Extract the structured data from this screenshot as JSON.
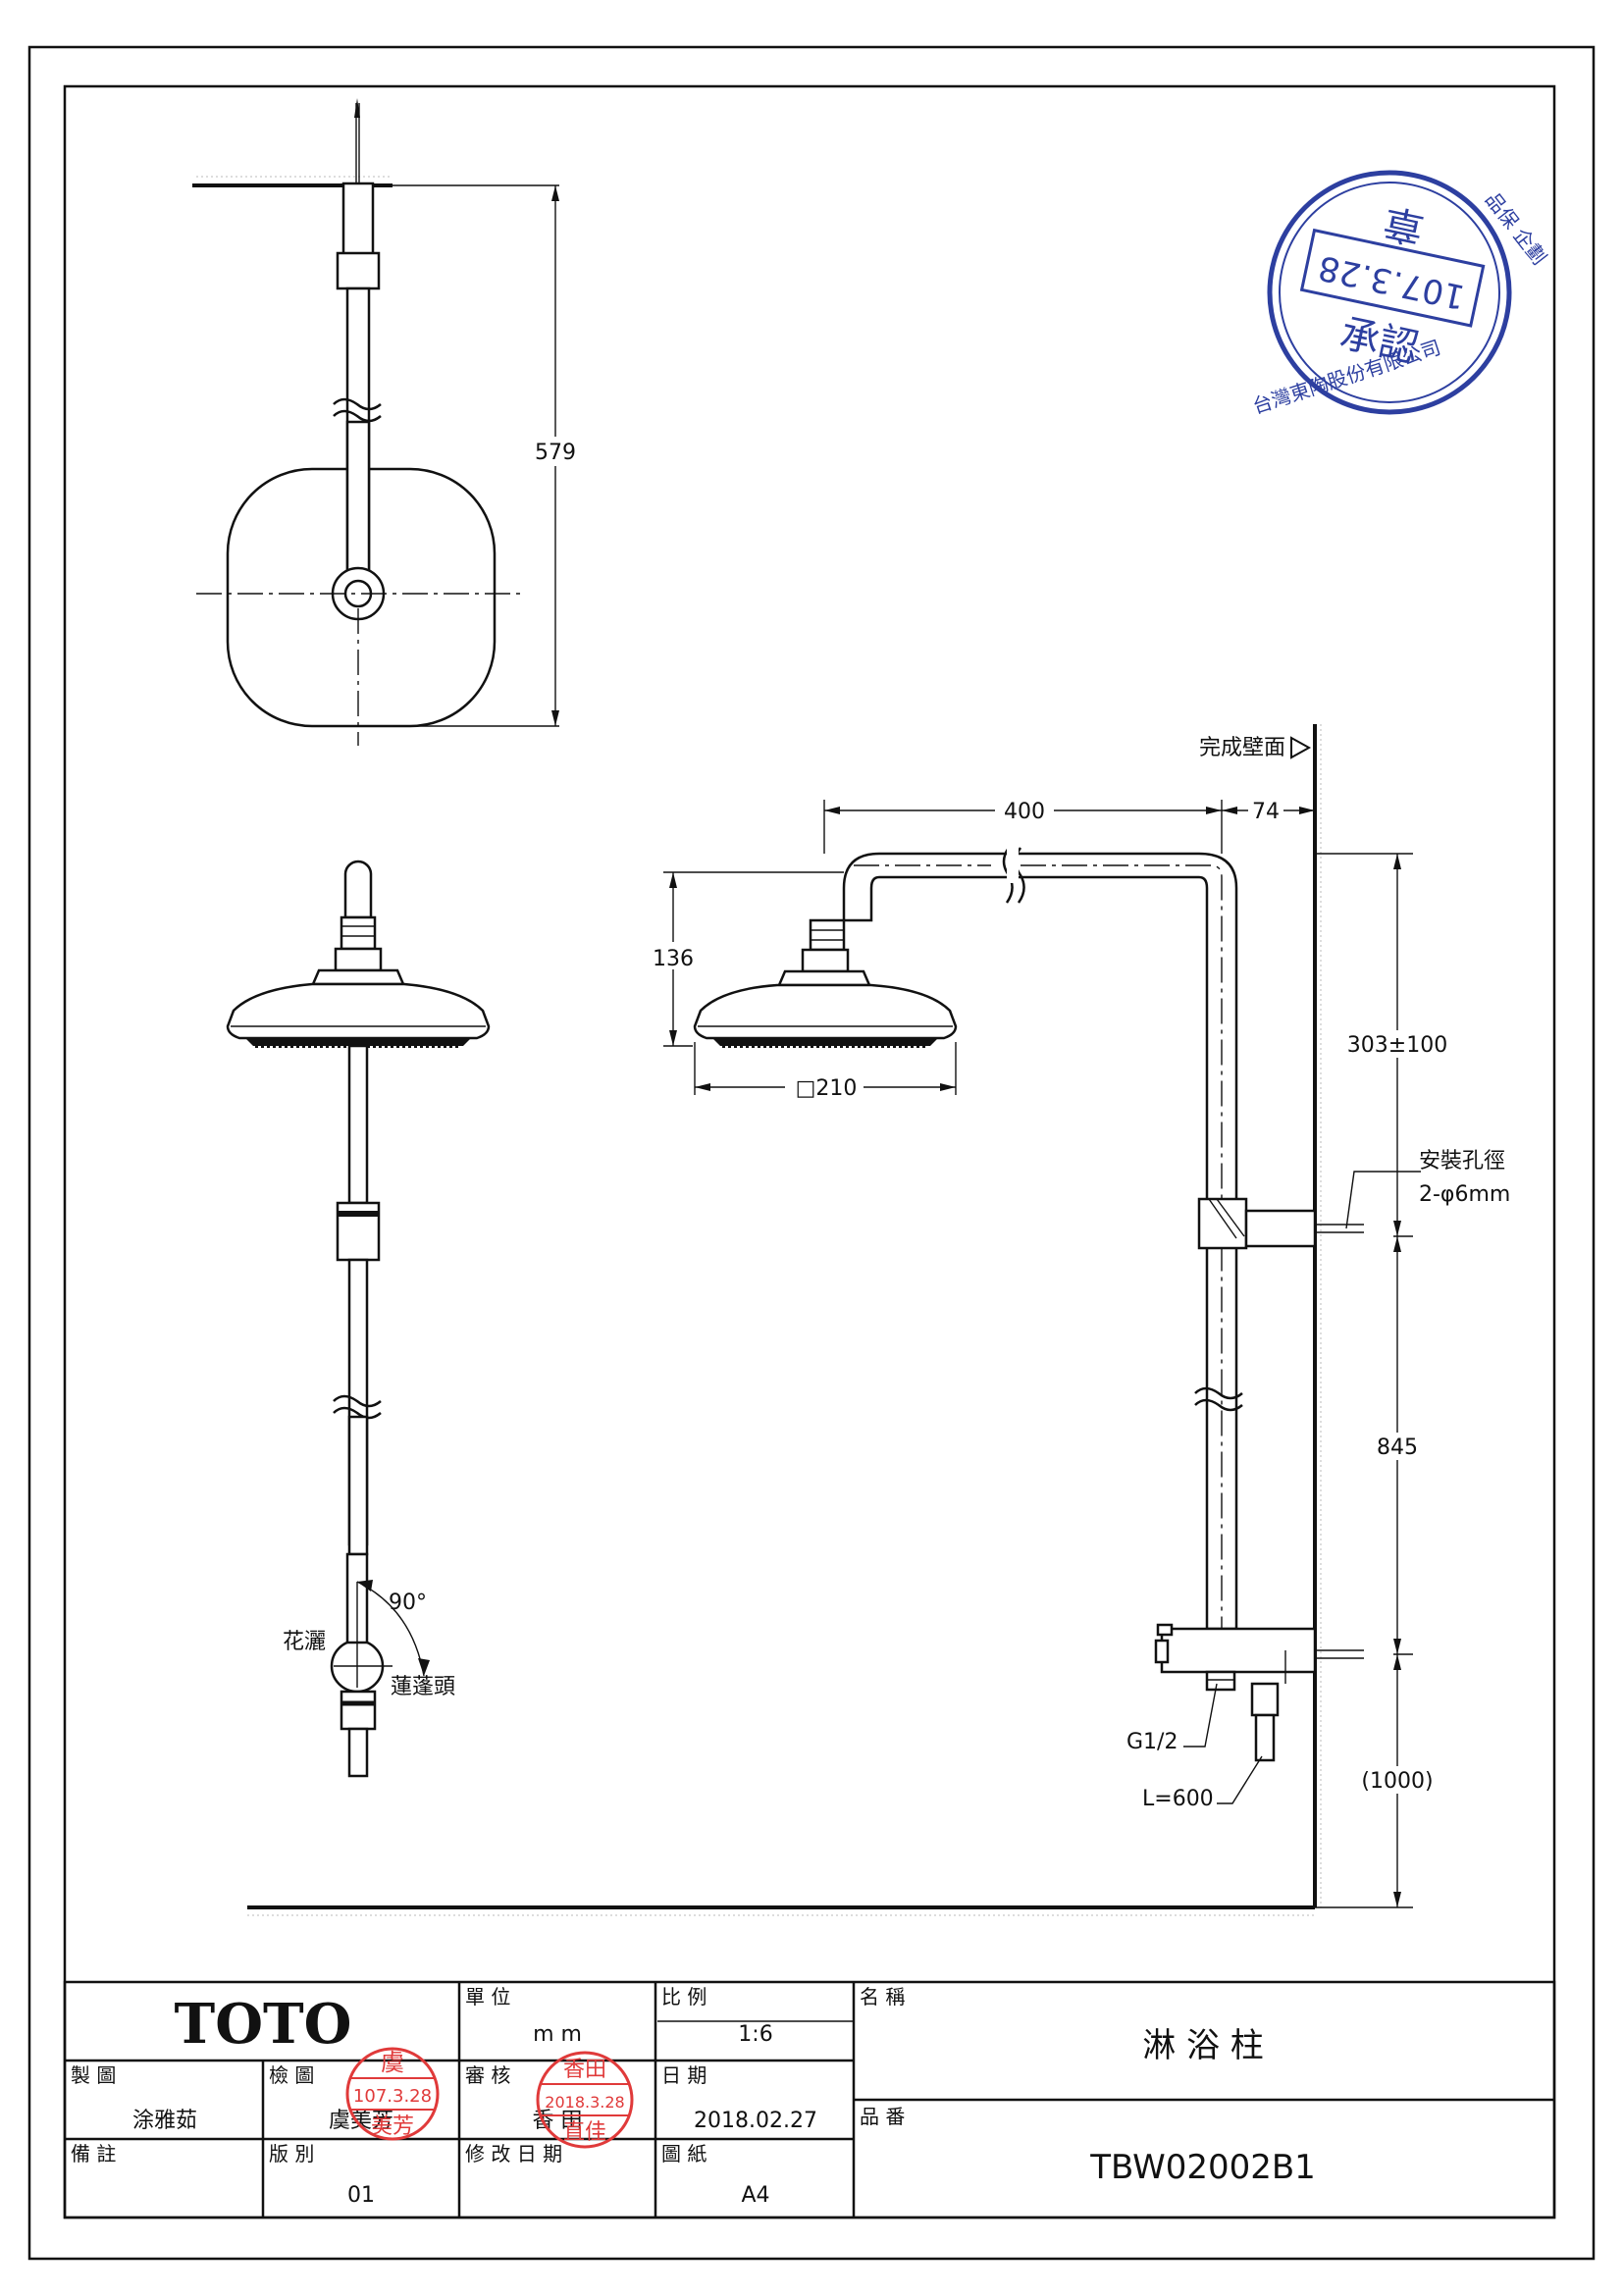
{
  "drawing": {
    "dims": {
      "d579": "579",
      "d400": "400",
      "d74": "74",
      "d136": "136",
      "d210": "□210",
      "d303": "303±100",
      "d845": "845",
      "d1000": "(1000)",
      "angle": "90°",
      "wall": "完成壁面",
      "hole_label": "安裝孔徑",
      "hole_spec": "2-φ6mm",
      "thread": "G1/2",
      "hose": "L=600",
      "shower_label": "花灑",
      "head_label": "蓮蓬頭"
    }
  },
  "stamp": {
    "date": "107.3.28",
    "word1": "承認",
    "word2": "章",
    "company_arc": "台灣東陶股份有限公司",
    "dept_arc": "品保 企劃"
  },
  "title_block": {
    "logo": "TOTO",
    "unit_label": "單 位",
    "unit_value": "m m",
    "scale_label": "比 例",
    "scale_value": "1:6",
    "name_label": "名 稱",
    "name_value": "淋 浴 柱",
    "drawn_label": "製 圖",
    "drawn_value": "涂雅茹",
    "checked_label": "檢 圖",
    "checked_value": "虞美芳",
    "reviewed_label": "審 核",
    "reviewed_value": "香 田",
    "date_label": "日 期",
    "date_value": "2018.02.27",
    "part_label": "品 番",
    "part_value": "TBW02002B1",
    "remarks_label": "備 註",
    "version_label": "版 別",
    "version_value": "01",
    "revdate_label": "修 改 日 期",
    "paper_label": "圖 紙",
    "paper_value": "A4",
    "seal_checked_name": "虞",
    "seal_checked_date": "107.3.28",
    "seal_checked_sub": "美芳",
    "seal_reviewed_name": "香田",
    "seal_reviewed_date": "2018.3.28",
    "seal_reviewed_sub": "直佳"
  }
}
